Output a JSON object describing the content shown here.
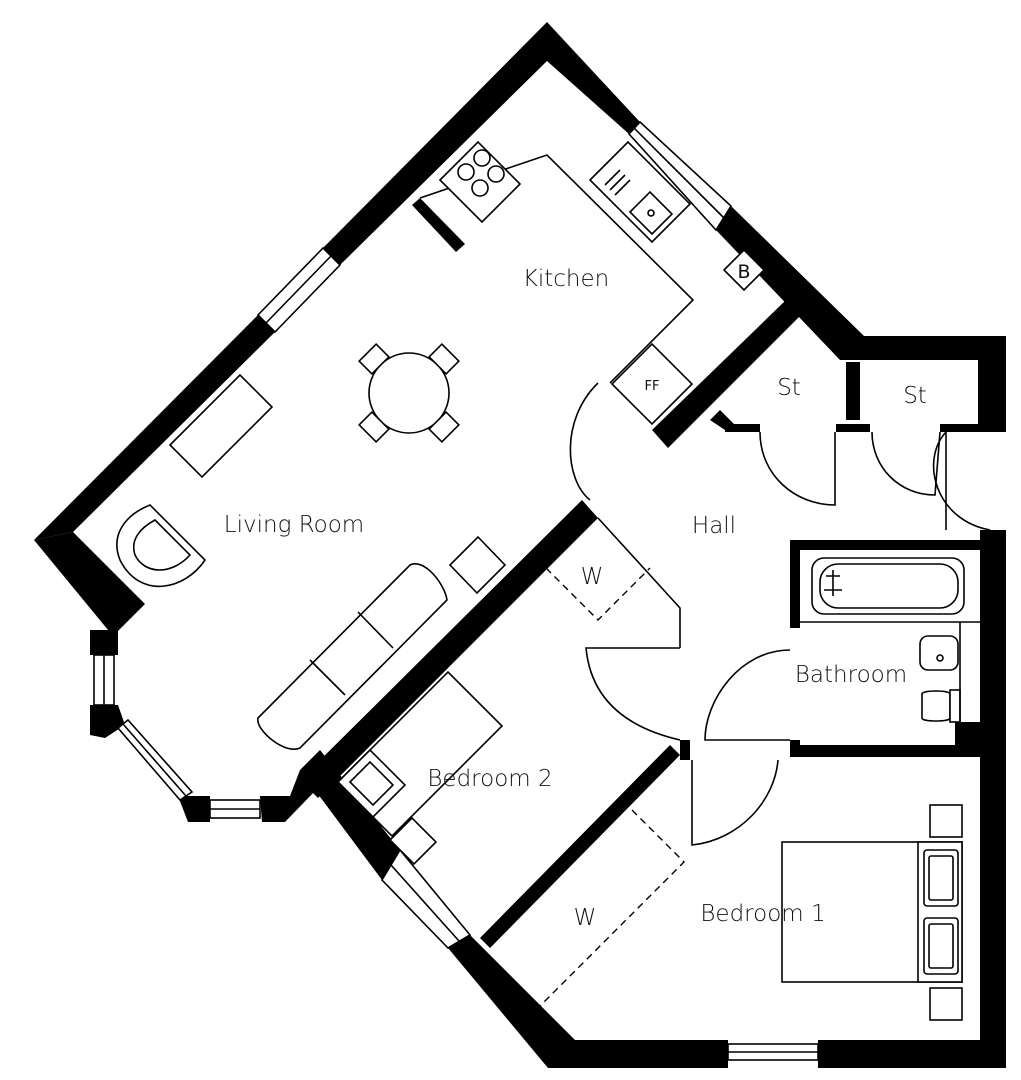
{
  "labels": {
    "kitchen": "Kitchen",
    "living_room": "Living Room",
    "hall": "Hall",
    "bathroom": "Bathroom",
    "bedroom_1": "Bedroom 1",
    "bedroom_2": "Bedroom 2",
    "store_1": "St",
    "store_2": "St",
    "wardrobe_1": "W",
    "wardrobe_2": "W",
    "boiler": "B",
    "fridge_freezer": "FF"
  },
  "colors": {
    "wall": "#000000",
    "background": "#ffffff",
    "line": "#000000"
  }
}
